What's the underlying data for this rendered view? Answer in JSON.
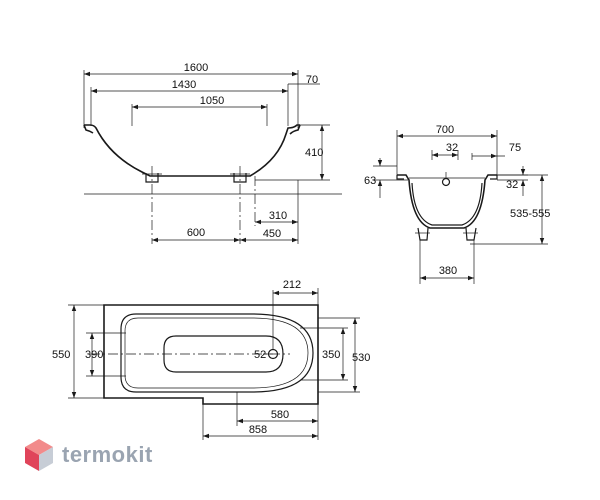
{
  "diagram": {
    "side_view": {
      "overall_length": "1600",
      "rim_offset": "70",
      "inner_length": "1430",
      "bottom_length": "1050",
      "height": "410",
      "leg_to_leg": "600",
      "leg_to_drain": "450",
      "drain_offset": "310"
    },
    "end_view": {
      "overall_width": "700",
      "rim_inset": "75",
      "overflow_gap": "32",
      "rim_height": "63",
      "rim_thickness": "32",
      "installed_height": "535-555",
      "leg_spread": "380"
    },
    "top_view": {
      "overall_width": "550",
      "inner_width": "390",
      "rounded_end_width": "350",
      "outer_back_width": "530",
      "drain_diameter": "52",
      "drain_from_end": "212",
      "straight_section": "580",
      "rounded_section": "858"
    }
  },
  "brand": {
    "name": "termokit",
    "colors": {
      "top": "#f28b8b",
      "left": "#e0445a",
      "right": "#c7cdd6"
    }
  }
}
